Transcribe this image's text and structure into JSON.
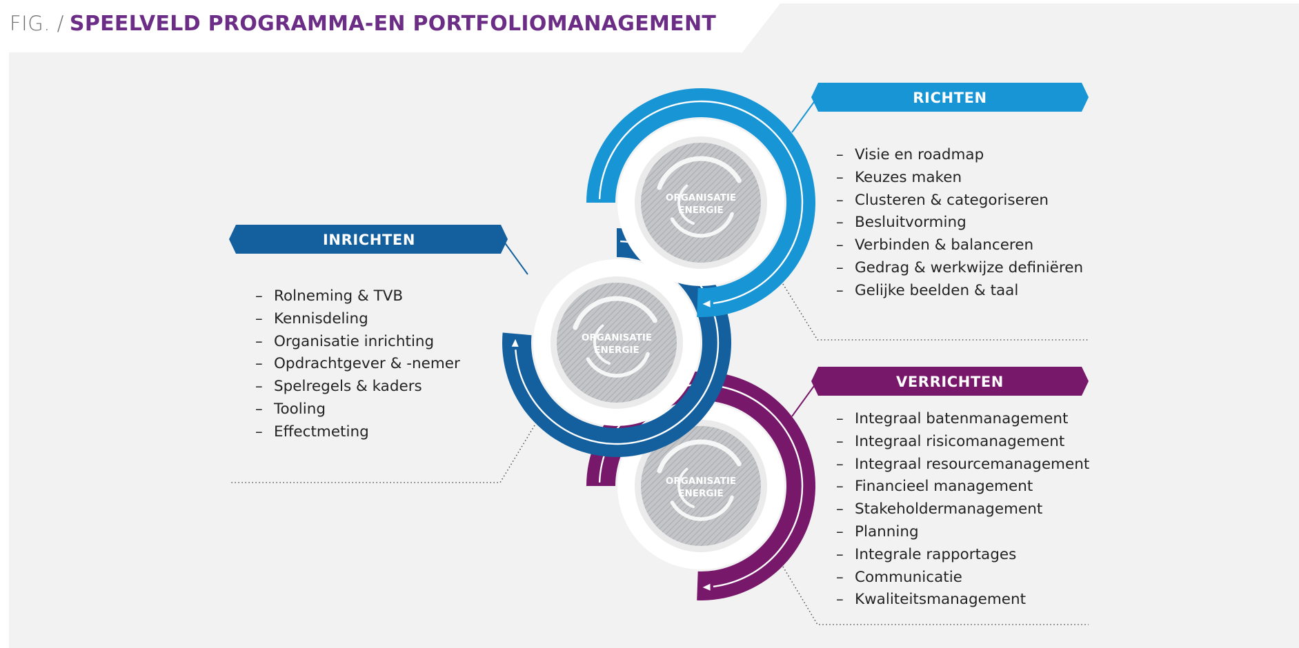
{
  "header": {
    "prefix": "FIG. /",
    "title": "SPEELVELD PROGRAMMA-EN PORTFOLIOMANAGEMENT"
  },
  "colors": {
    "richten": "#1795d5",
    "inrichten": "#14609f",
    "verrichten": "#78186b",
    "title": "#6b2d86",
    "background": "#f2f2f2",
    "core": "#b9bbbe"
  },
  "core_label": {
    "line1": "ORGANISATIE",
    "line2": "ENERGIE"
  },
  "sections": {
    "richten": {
      "label": "RICHTEN",
      "items": [
        "Visie en roadmap",
        "Keuzes maken",
        "Clusteren & categoriseren",
        "Besluitvorming",
        "Verbinden & balanceren",
        "Gedrag & werkwijze definiëren",
        "Gelijke beelden & taal"
      ]
    },
    "inrichten": {
      "label": "INRICHTEN",
      "items": [
        "Rolneming & TVB",
        "Kennisdeling",
        "Organisatie inrichting",
        "Opdrachtgever & -nemer",
        "Spelregels & kaders",
        "Tooling",
        "Effectmeting"
      ]
    },
    "verrichten": {
      "label": "VERRICHTEN",
      "items": [
        "Integraal batenmanagement",
        "Integraal risicomanagement",
        "Integraal resourcemanagement",
        "Financieel management",
        "Stakeholdermanagement",
        "Planning",
        "Integrale rapportages",
        "Communicatie",
        "Kwaliteitsmanagement"
      ]
    }
  }
}
